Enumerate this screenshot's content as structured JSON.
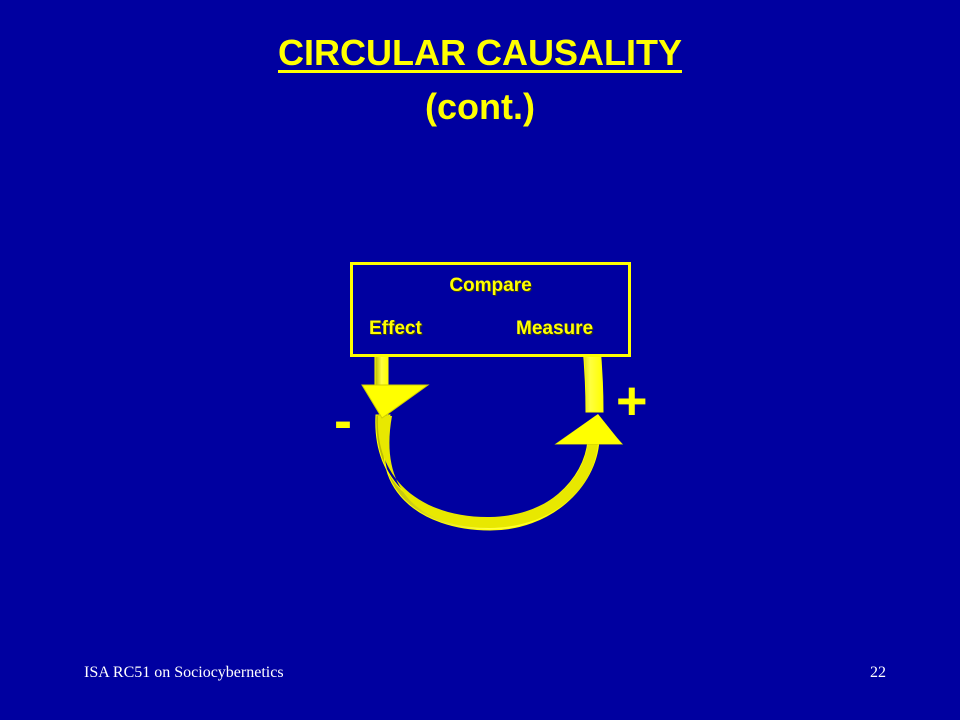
{
  "slide": {
    "title_line1": "CIRCULAR CAUSALITY",
    "title_line2": "(cont.)"
  },
  "diagram": {
    "box": {
      "top_label": "Compare",
      "left_label": "Effect",
      "right_label": "Measure"
    },
    "negative_sign": "-",
    "positive_sign": "+"
  },
  "footer": {
    "left_text": "ISA RC51 on Sociocybernetics",
    "page_number": "22"
  },
  "colors": {
    "background": "#0000a0",
    "accent": "#ffff00",
    "footer_text": "#ffffff"
  },
  "icons": {
    "loop": "feedback-loop-arrows-icon"
  }
}
